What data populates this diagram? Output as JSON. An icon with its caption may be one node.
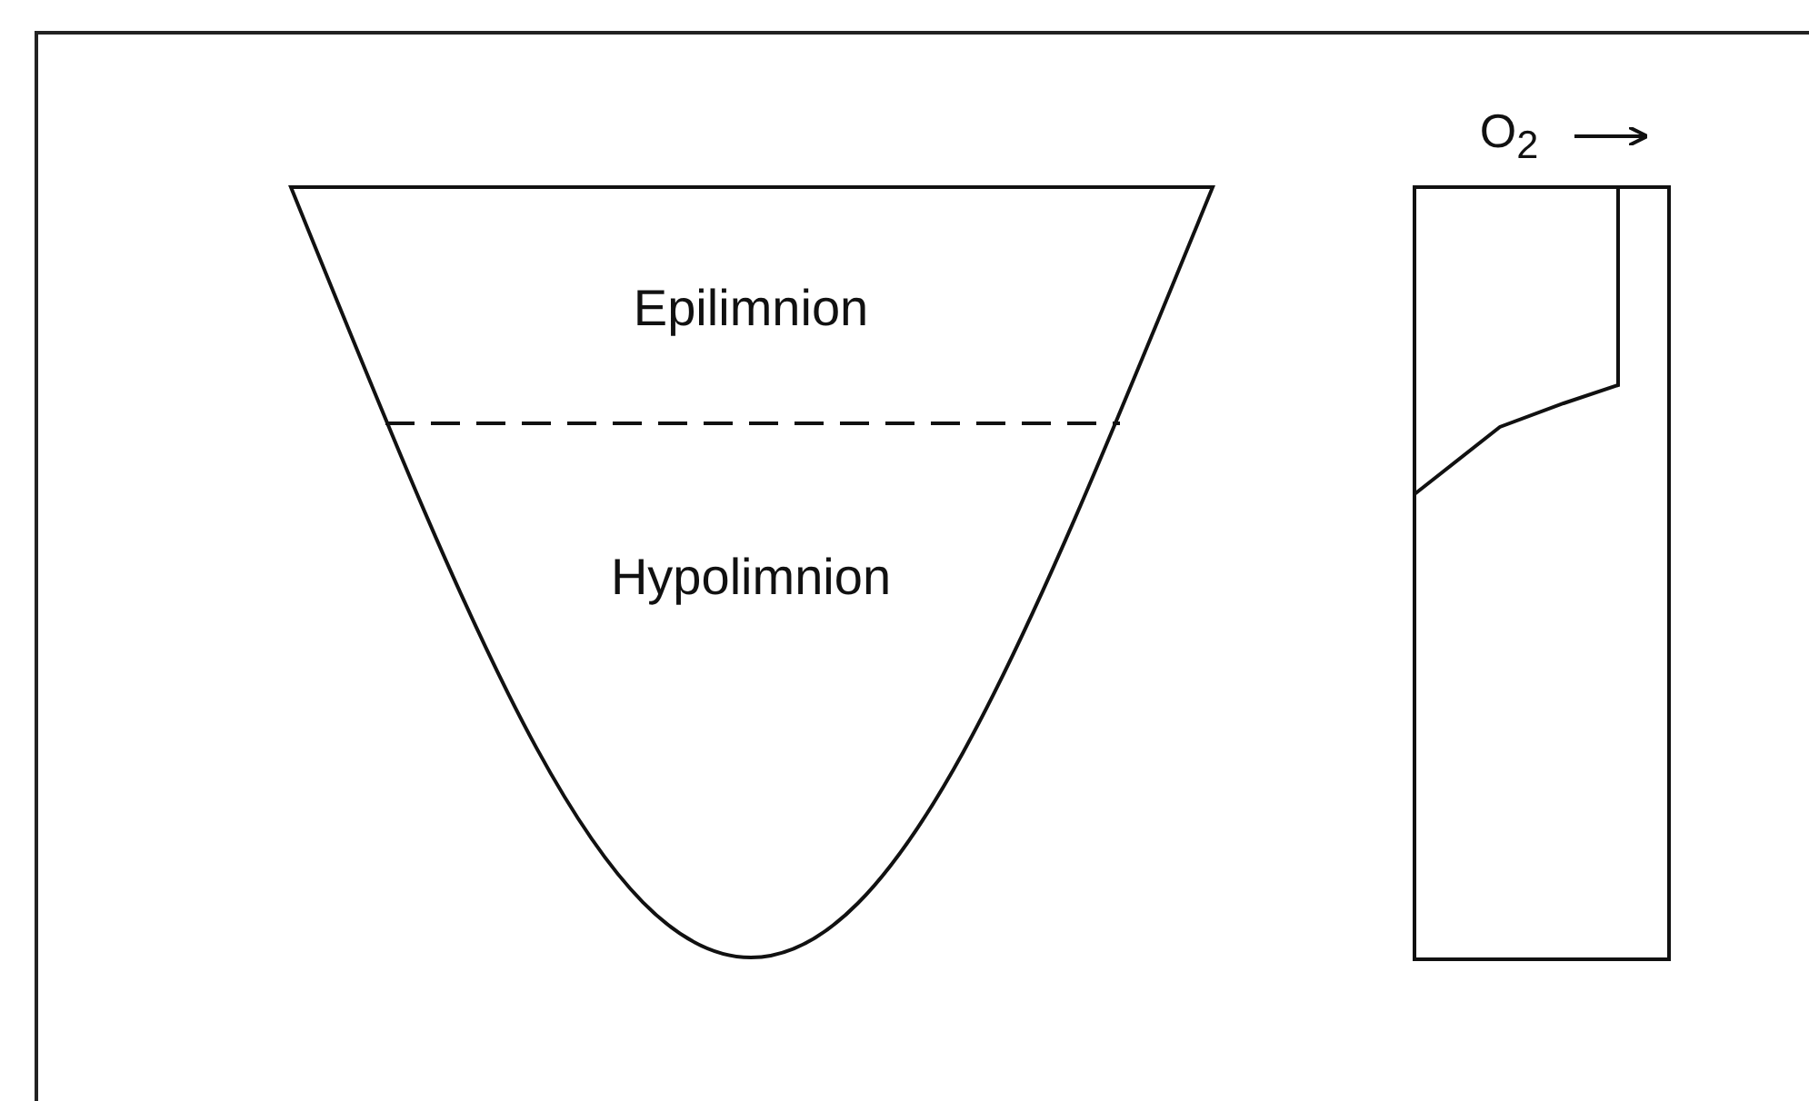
{
  "diagram": {
    "labels": [
      "Epilimnion",
      "Hypolimnion",
      "O$_{2}$"
    ]
  }
}
